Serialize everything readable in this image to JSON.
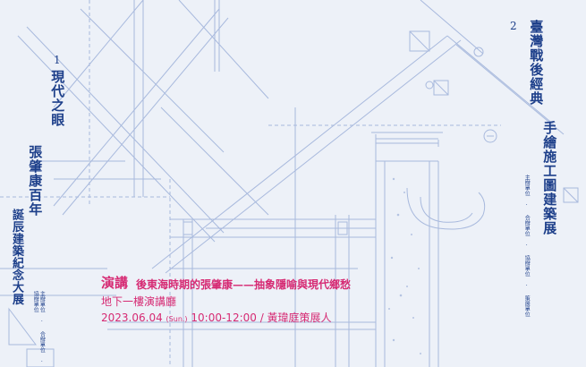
{
  "left_section": {
    "number": "1",
    "title": "現代之眼",
    "line1": "張肇康百年",
    "line2": "誕辰建築紀念大展",
    "credits": "主辦單位 · 合辦單位 · 協辦單位"
  },
  "right_section": {
    "number": "2",
    "line1": "臺灣戰後經典",
    "line2": "手繪施工圖建築展",
    "credits": "主辦單位 · 合辦單位 · 協辦單位 · 策展單位"
  },
  "event": {
    "label": "演講",
    "title": "後東海時期的張肇康——抽象隱喻與現代鄉愁",
    "venue": "地下一樓演講廳",
    "date": "2023.06.04",
    "weekday": "(Sun.)",
    "time_place": "10:00-12:00 / 黃瑋庭策展人"
  },
  "colors": {
    "ink": "#1d3f8a",
    "accent": "#d62a73",
    "paper": "#eef1f8"
  }
}
